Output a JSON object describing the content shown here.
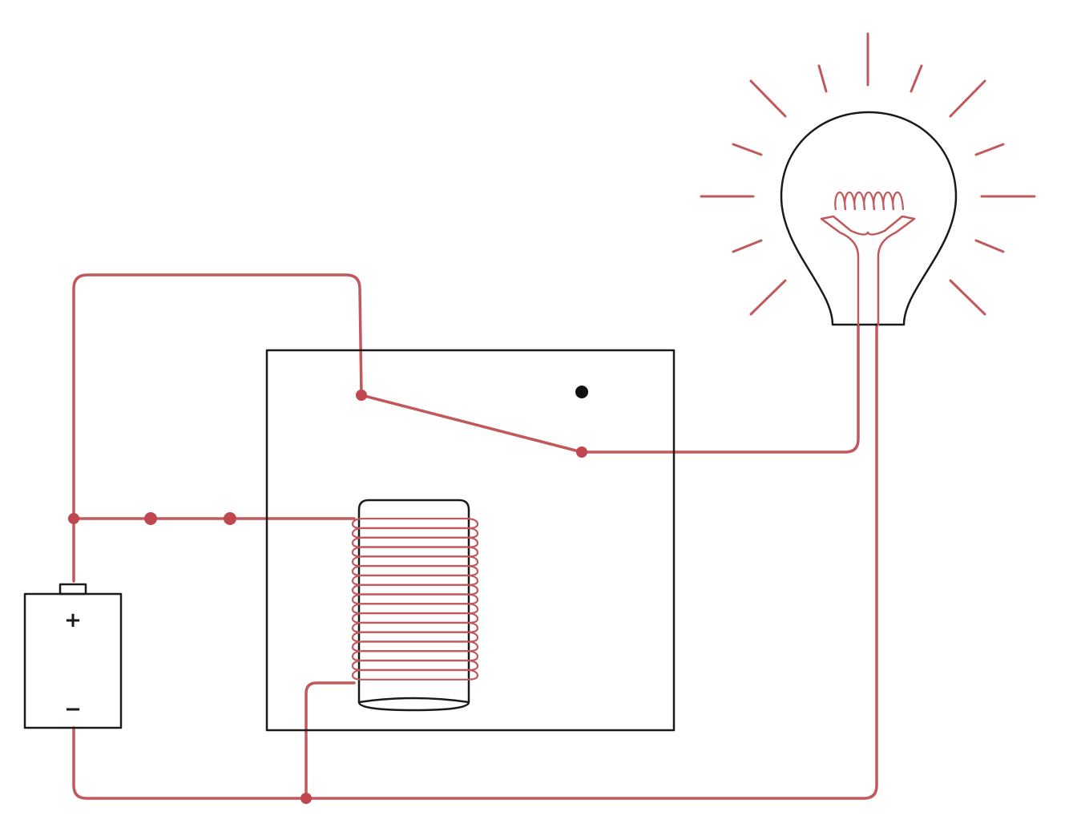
{
  "diagram": {
    "battery": {
      "positive_symbol": "+",
      "negative_symbol": "−"
    }
  },
  "colors": {
    "wire": "#c0585c",
    "outline": "#1a1a1a",
    "background": "#ffffff"
  },
  "components": [
    "battery",
    "push-switch",
    "relay-coil",
    "relay-armature-switch",
    "light-bulb"
  ]
}
